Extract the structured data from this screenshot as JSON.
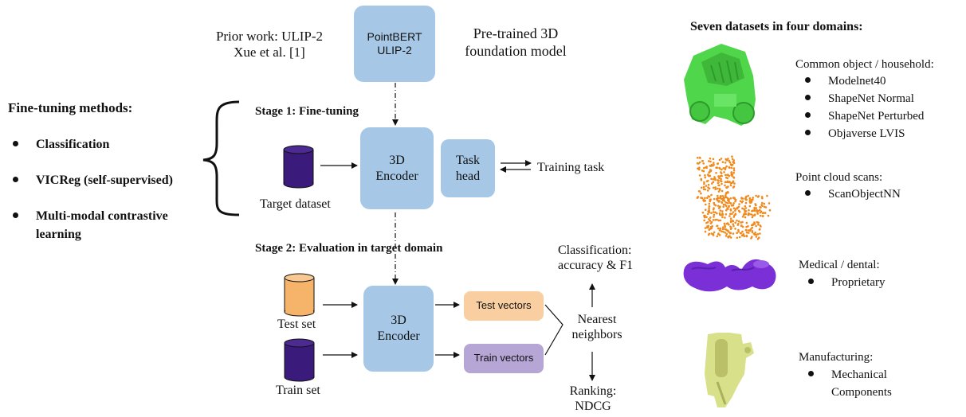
{
  "prior_work": {
    "line1": "Prior work: ULIP-2",
    "line2": "Xue et al. [1]"
  },
  "foundation_box": {
    "line1": "PointBERT",
    "line2": "ULIP-2"
  },
  "foundation_label": {
    "line1": "Pre-trained 3D",
    "line2": "foundation model"
  },
  "methods": {
    "title": "Fine-tuning methods:",
    "items": [
      "Classification",
      "VICReg (self-supervised)",
      "Multi-modal contrastive",
      "learning"
    ]
  },
  "stage1": {
    "title": "Stage 1: Fine-tuning",
    "dataset_label": "Target dataset",
    "encoder": {
      "line1": "3D",
      "line2": "Encoder"
    },
    "task_head": {
      "line1": "Task",
      "line2": "head"
    },
    "training_task": "Training task"
  },
  "stage2": {
    "title": "Stage 2: Evaluation in target domain",
    "test_set": "Test set",
    "train_set": "Train set",
    "encoder": {
      "line1": "3D",
      "line2": "Encoder"
    },
    "test_vectors": "Test vectors",
    "train_vectors": "Train vectors",
    "nearest": {
      "line1": "Nearest",
      "line2": "neighbors"
    },
    "classification": {
      "line1": "Classification:",
      "line2": "accuracy & F1"
    },
    "ranking": {
      "line1": "Ranking:",
      "line2": "NDCG"
    }
  },
  "datasets": {
    "title": "Seven datasets in four domains:",
    "groups": [
      {
        "heading": "Common object / household:",
        "items": [
          "Modelnet40",
          "ShapeNet Normal",
          "ShapeNet Perturbed",
          "Objaverse LVIS"
        ]
      },
      {
        "heading": "Point cloud scans:",
        "items": [
          "ScanObjectNN"
        ]
      },
      {
        "heading": "Medical / dental:",
        "items": [
          "Proprietary"
        ]
      },
      {
        "heading": "Manufacturing:",
        "items": [
          "Mechanical",
          "Components"
        ]
      }
    ]
  },
  "colors": {
    "blue_box": "#a6c8e6",
    "orange_box": "#f9cfa1",
    "purple_box": "#b6a6d6",
    "cylinder_purple": "#3a1a7a",
    "cylinder_orange": "#f6b36a",
    "green_car": "#4fd64a",
    "orange_points": "#f08a1c",
    "purple_tooth": "#7b2fd6",
    "yellow_part": "#d9e08a"
  },
  "icons": [
    "database-cylinder-icon",
    "curly-brace-icon",
    "car-model-icon",
    "point-cloud-chair-icon",
    "dental-model-icon",
    "mechanical-part-icon"
  ]
}
